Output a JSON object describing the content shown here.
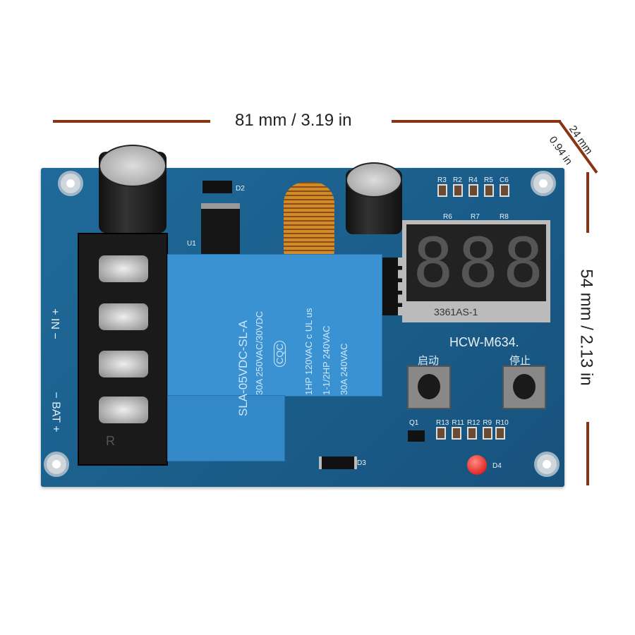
{
  "dimensions": {
    "width": "81 mm / 3.19 in",
    "height": "54 mm / 2.13 in",
    "depth_mm": "24 mm",
    "depth_in": "0.94 in"
  },
  "colors": {
    "dimension_line": "#8a3414",
    "pcb": "#1d5f8c",
    "relay": "#3b92d3"
  },
  "board": {
    "model": "HCW-M634.",
    "display_digits": "888",
    "display_label": "3361AS-1",
    "start_button_label": "启动",
    "stop_button_label": "停止",
    "terminal_in": "+ IN −",
    "terminal_bat": "− BAT +",
    "terminal_logo": "R",
    "silk": {
      "d2": "D2",
      "u1": "U1",
      "d3": "D3",
      "d4": "D4",
      "q1": "Q1",
      "top_row": [
        "R3",
        "R2",
        "R4",
        "R5",
        "C6"
      ],
      "display_row": [
        "R6",
        "R7",
        "R8"
      ],
      "bottom_row": [
        "R13",
        "R11",
        "R12",
        "R9",
        "R10"
      ]
    },
    "relay": {
      "line1": "SLA-05VDC-SL-A",
      "line2": "30A  250VAC/30VDC",
      "line3": "1HP 120VAC  c UL us",
      "line4": "1-1/2HP 240VAC",
      "line5": "30A  240VAC",
      "cert": "CQC"
    }
  }
}
